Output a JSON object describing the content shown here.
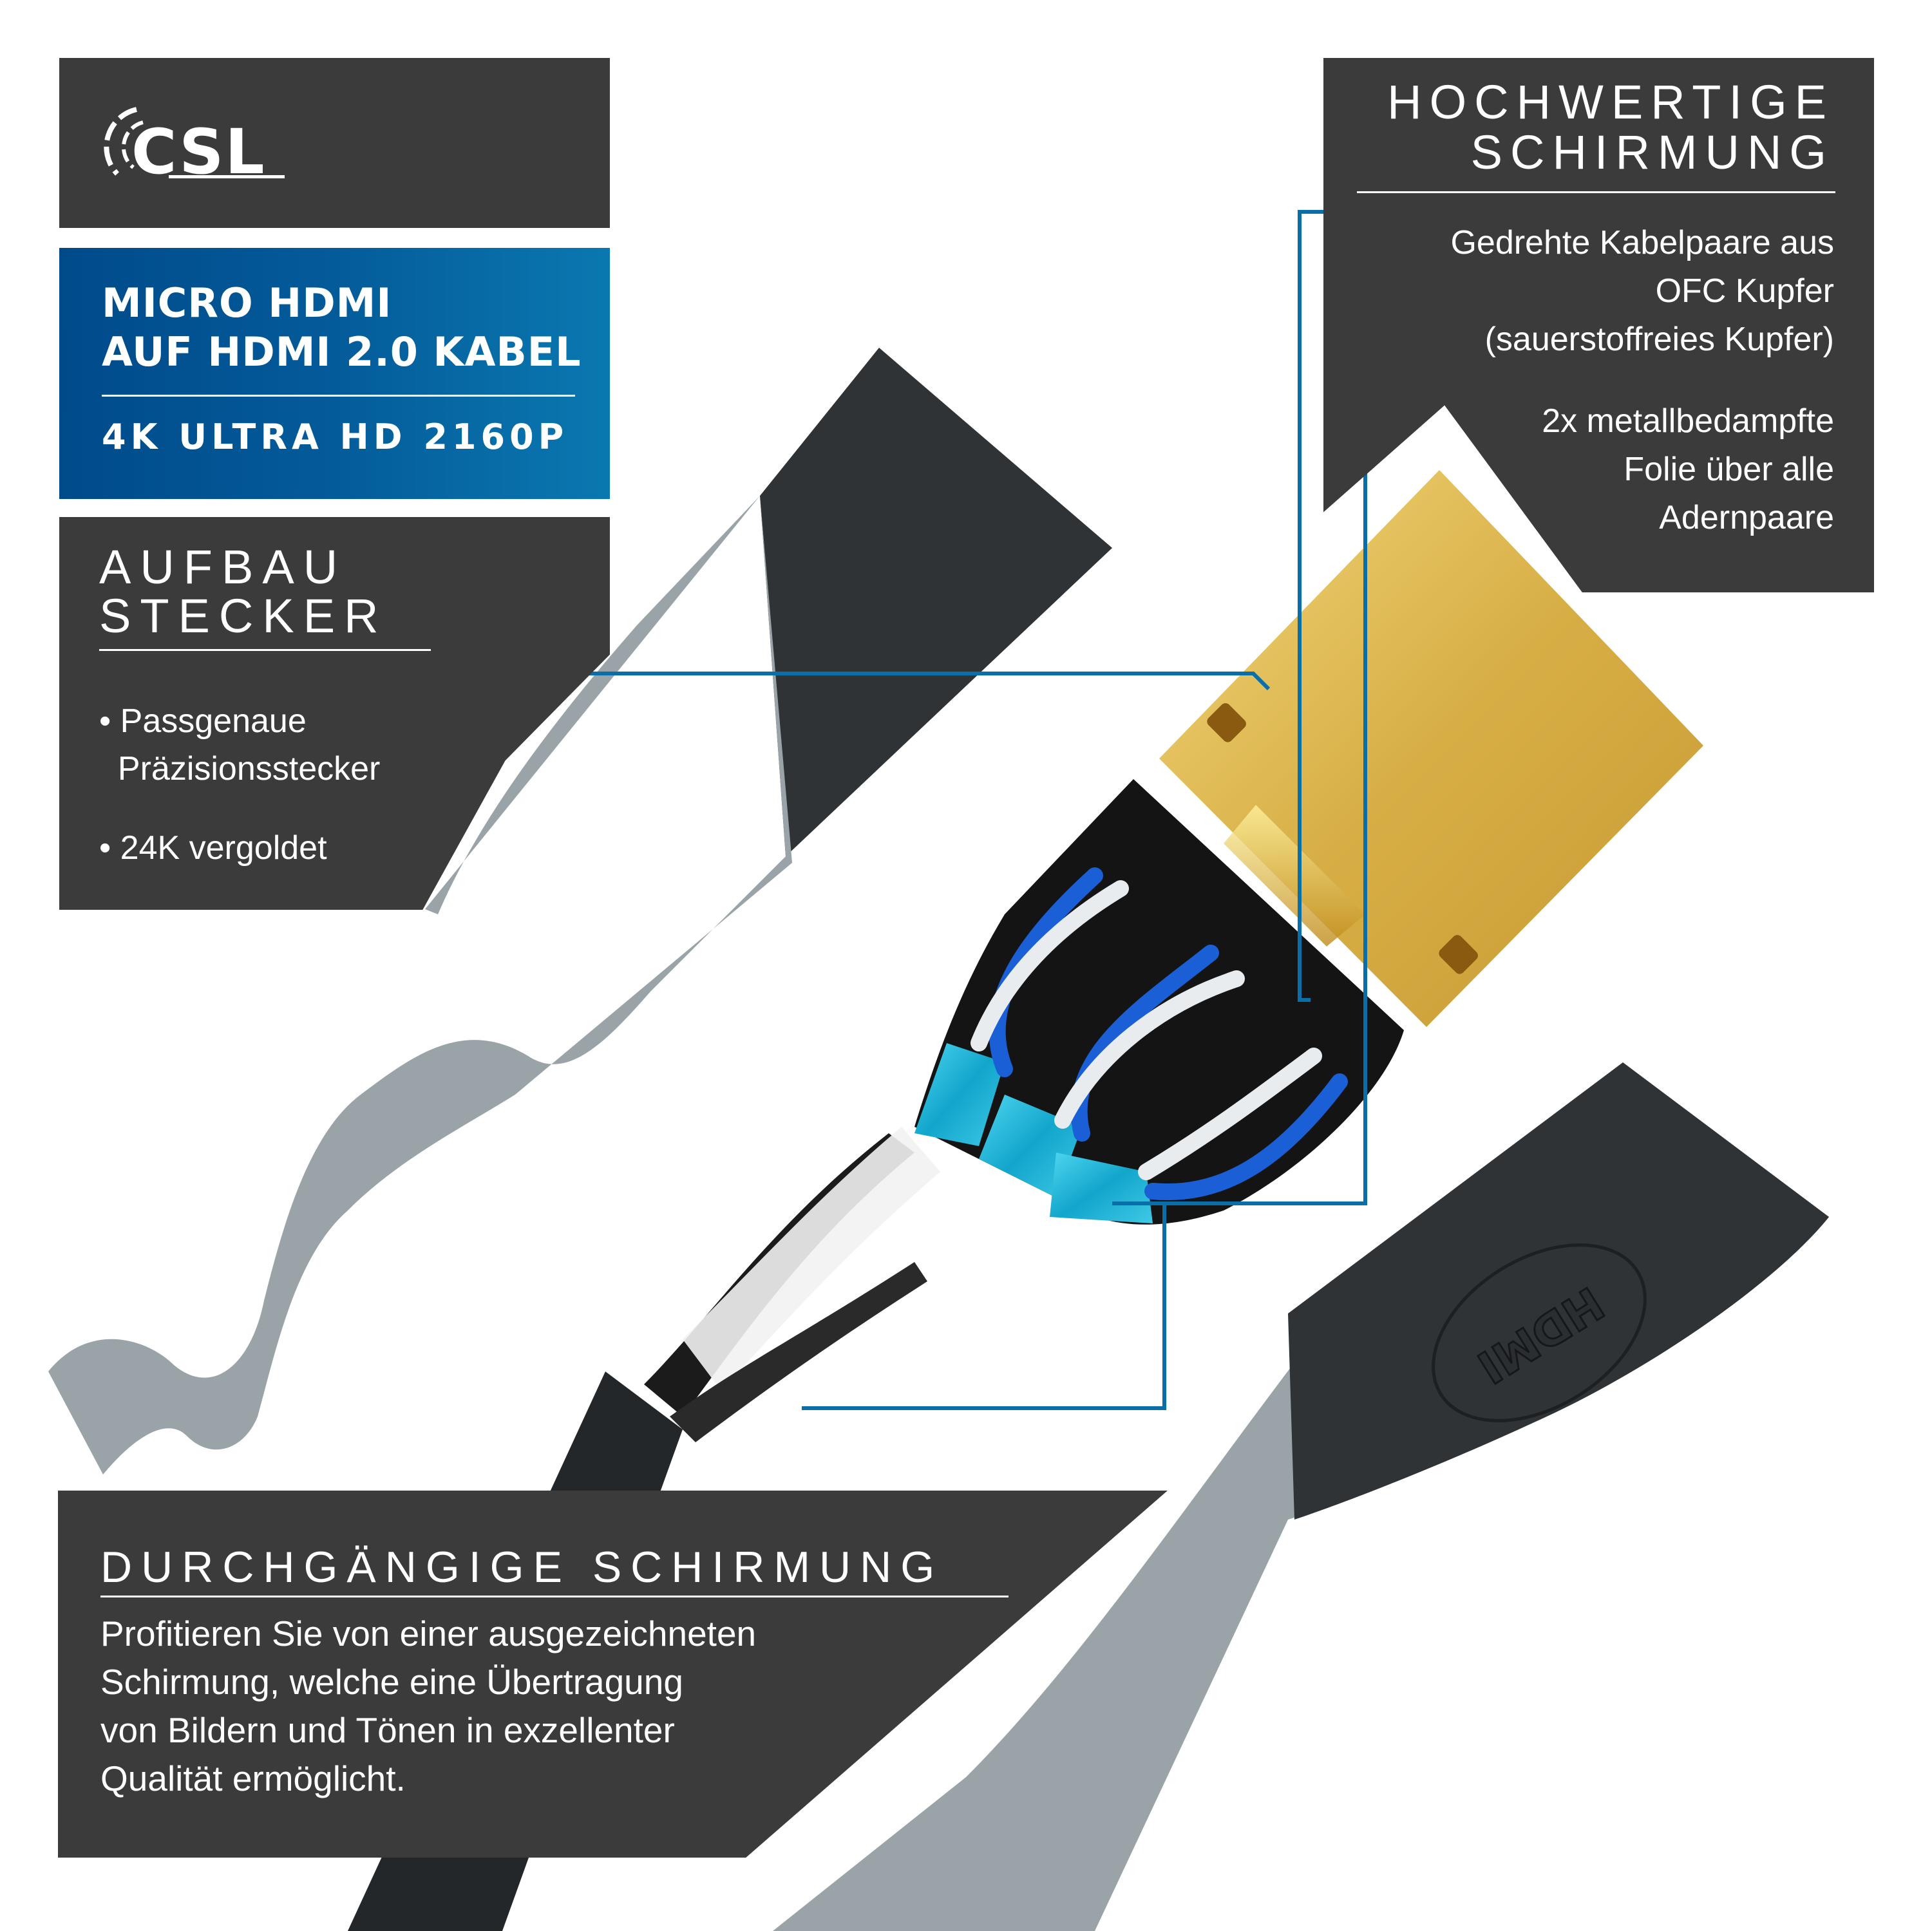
{
  "brand": {
    "logo_text": "CSL"
  },
  "product_banner": {
    "title_line1": "MICRO HDMI",
    "title_line2": "AUF HDMI 2.0 KABEL",
    "subtitle": "4K ULTRA HD 2160P"
  },
  "aufbau_panel": {
    "title_line1": "AUFBAU",
    "title_line2": "STECKER",
    "bullets": [
      "• Passgenaue\n  Präzisionsstecker",
      "• 24K vergoldet"
    ]
  },
  "shielding_panel": {
    "title_line1": "HOCHWERTIGE",
    "title_line2": "SCHIRMUNG",
    "feature1": "Gedrehte Kabelpaare aus\nOFC Kupfer\n(sauerstoffreies Kupfer)",
    "feature2": "2x metallbedampfte\nFolie über alle\nAdernpaare"
  },
  "bottom_panel": {
    "title": "DURCHGÄNGIGE SCHIRMUNG",
    "body": "Profitieren Sie von einer ausgezeichneten\nSchirmung, welche eine Übertragung\nvon Bildern und Tönen in exzellenter\nQualität ermöglicht."
  },
  "connector_logo": {
    "text": "HDMI"
  },
  "colors": {
    "panel_dark": "#3b3b3b",
    "banner_blue_start": "#004a8a",
    "banner_blue_end": "#0a78b0",
    "callout_line": "#0a6fa8",
    "gold": "#d9b24a",
    "housing_black": "#2f3336",
    "housing_grey": "#9aa4a8",
    "foil_cyan": "#25b8d8",
    "wire_blue": "#1a5fd6"
  }
}
